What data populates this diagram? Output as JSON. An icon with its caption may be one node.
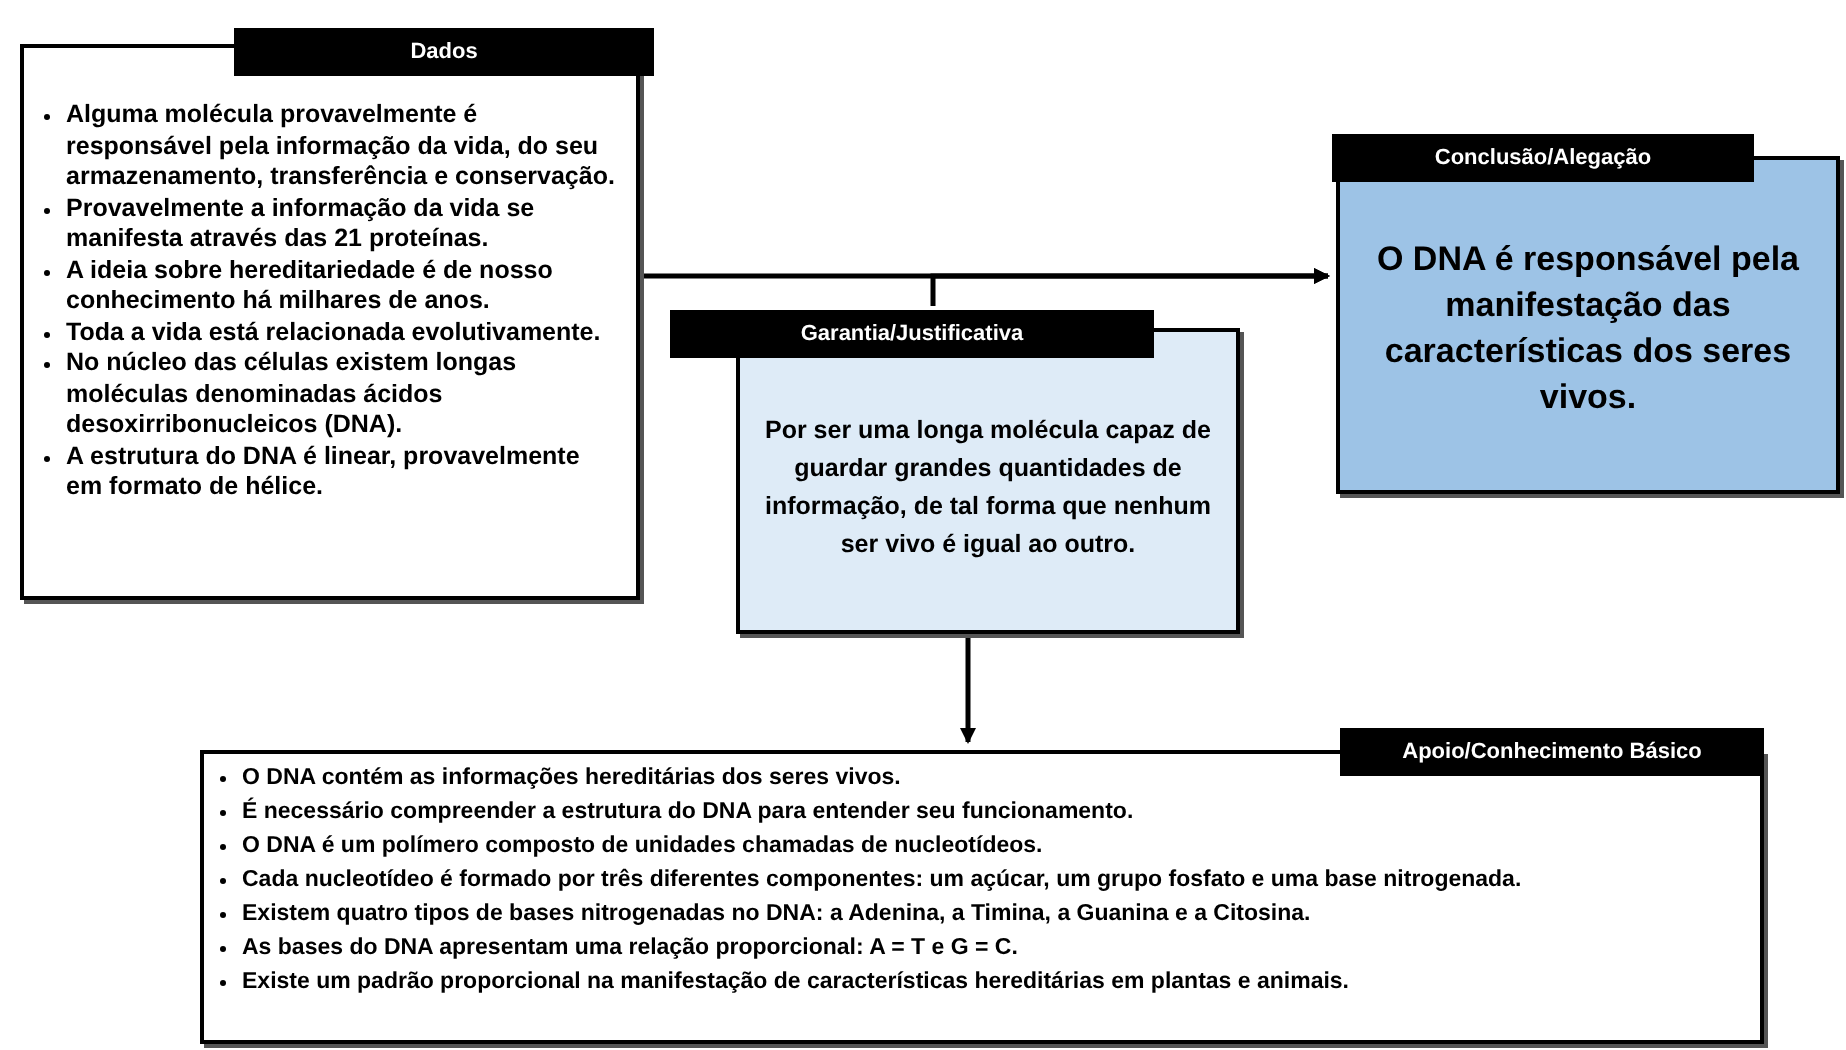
{
  "diagram": {
    "nodes": [
      {
        "text": [
          "Dados",
          "Alguma molécula provavelmente é responsável pela informação da vida, do seu armazenamento, transferência e conservação.",
          "Provavelmente a informação da vida se manifesta através das 21 proteínas.",
          "A ideia sobre hereditariedade é de nosso conhecimento há milhares de anos.",
          "Toda a vida está relacionada evolutivamente.",
          "No núcleo das células existem longas moléculas denominadas ácidos desoxirribonucleicos (DNA).",
          "A estrutura do DNA é linear, provavelmente em formato de hélice."
        ]
      },
      {
        "text": [
          "Conclusão/Alegação",
          "O DNA é responsável pela manifestação das características dos seres vivos."
        ]
      },
      {
        "text": [
          "Garantia/Justificativa",
          "Por ser uma longa molécula capaz de guardar grandes quantidades de informação, de tal forma que nenhum ser vivo é igual ao outro."
        ]
      },
      {
        "text": [
          "Apoio/Conhecimento Básico",
          "O DNA contém as informações hereditárias dos seres vivos.",
          "É necessário compreender a estrutura do DNA para entender seu funcionamento.",
          "O DNA é um polímero composto de unidades chamadas de nucleotídeos.",
          "Cada nucleotídeo é formado por três diferentes componentes: um açúcar, um grupo fosfato e uma base nitrogenada.",
          "Existem quatro tipos de bases nitrogenadas no DNA: a Adenina, a Timina, a Guanina e a Citosina.",
          "As bases do DNA apresentam uma relação proporcional: A = T e G = C.",
          "Existe um padrão proporcional na manifestação de características hereditárias em plantas e animais."
        ]
      }
    ],
    "edges": [
      {
        "from": 0,
        "to": 1,
        "arrow": "to"
      },
      {
        "from": 2,
        "to": 1,
        "arrow": "to"
      },
      {
        "from": 2,
        "to": 3,
        "arrow": "to"
      }
    ]
  }
}
